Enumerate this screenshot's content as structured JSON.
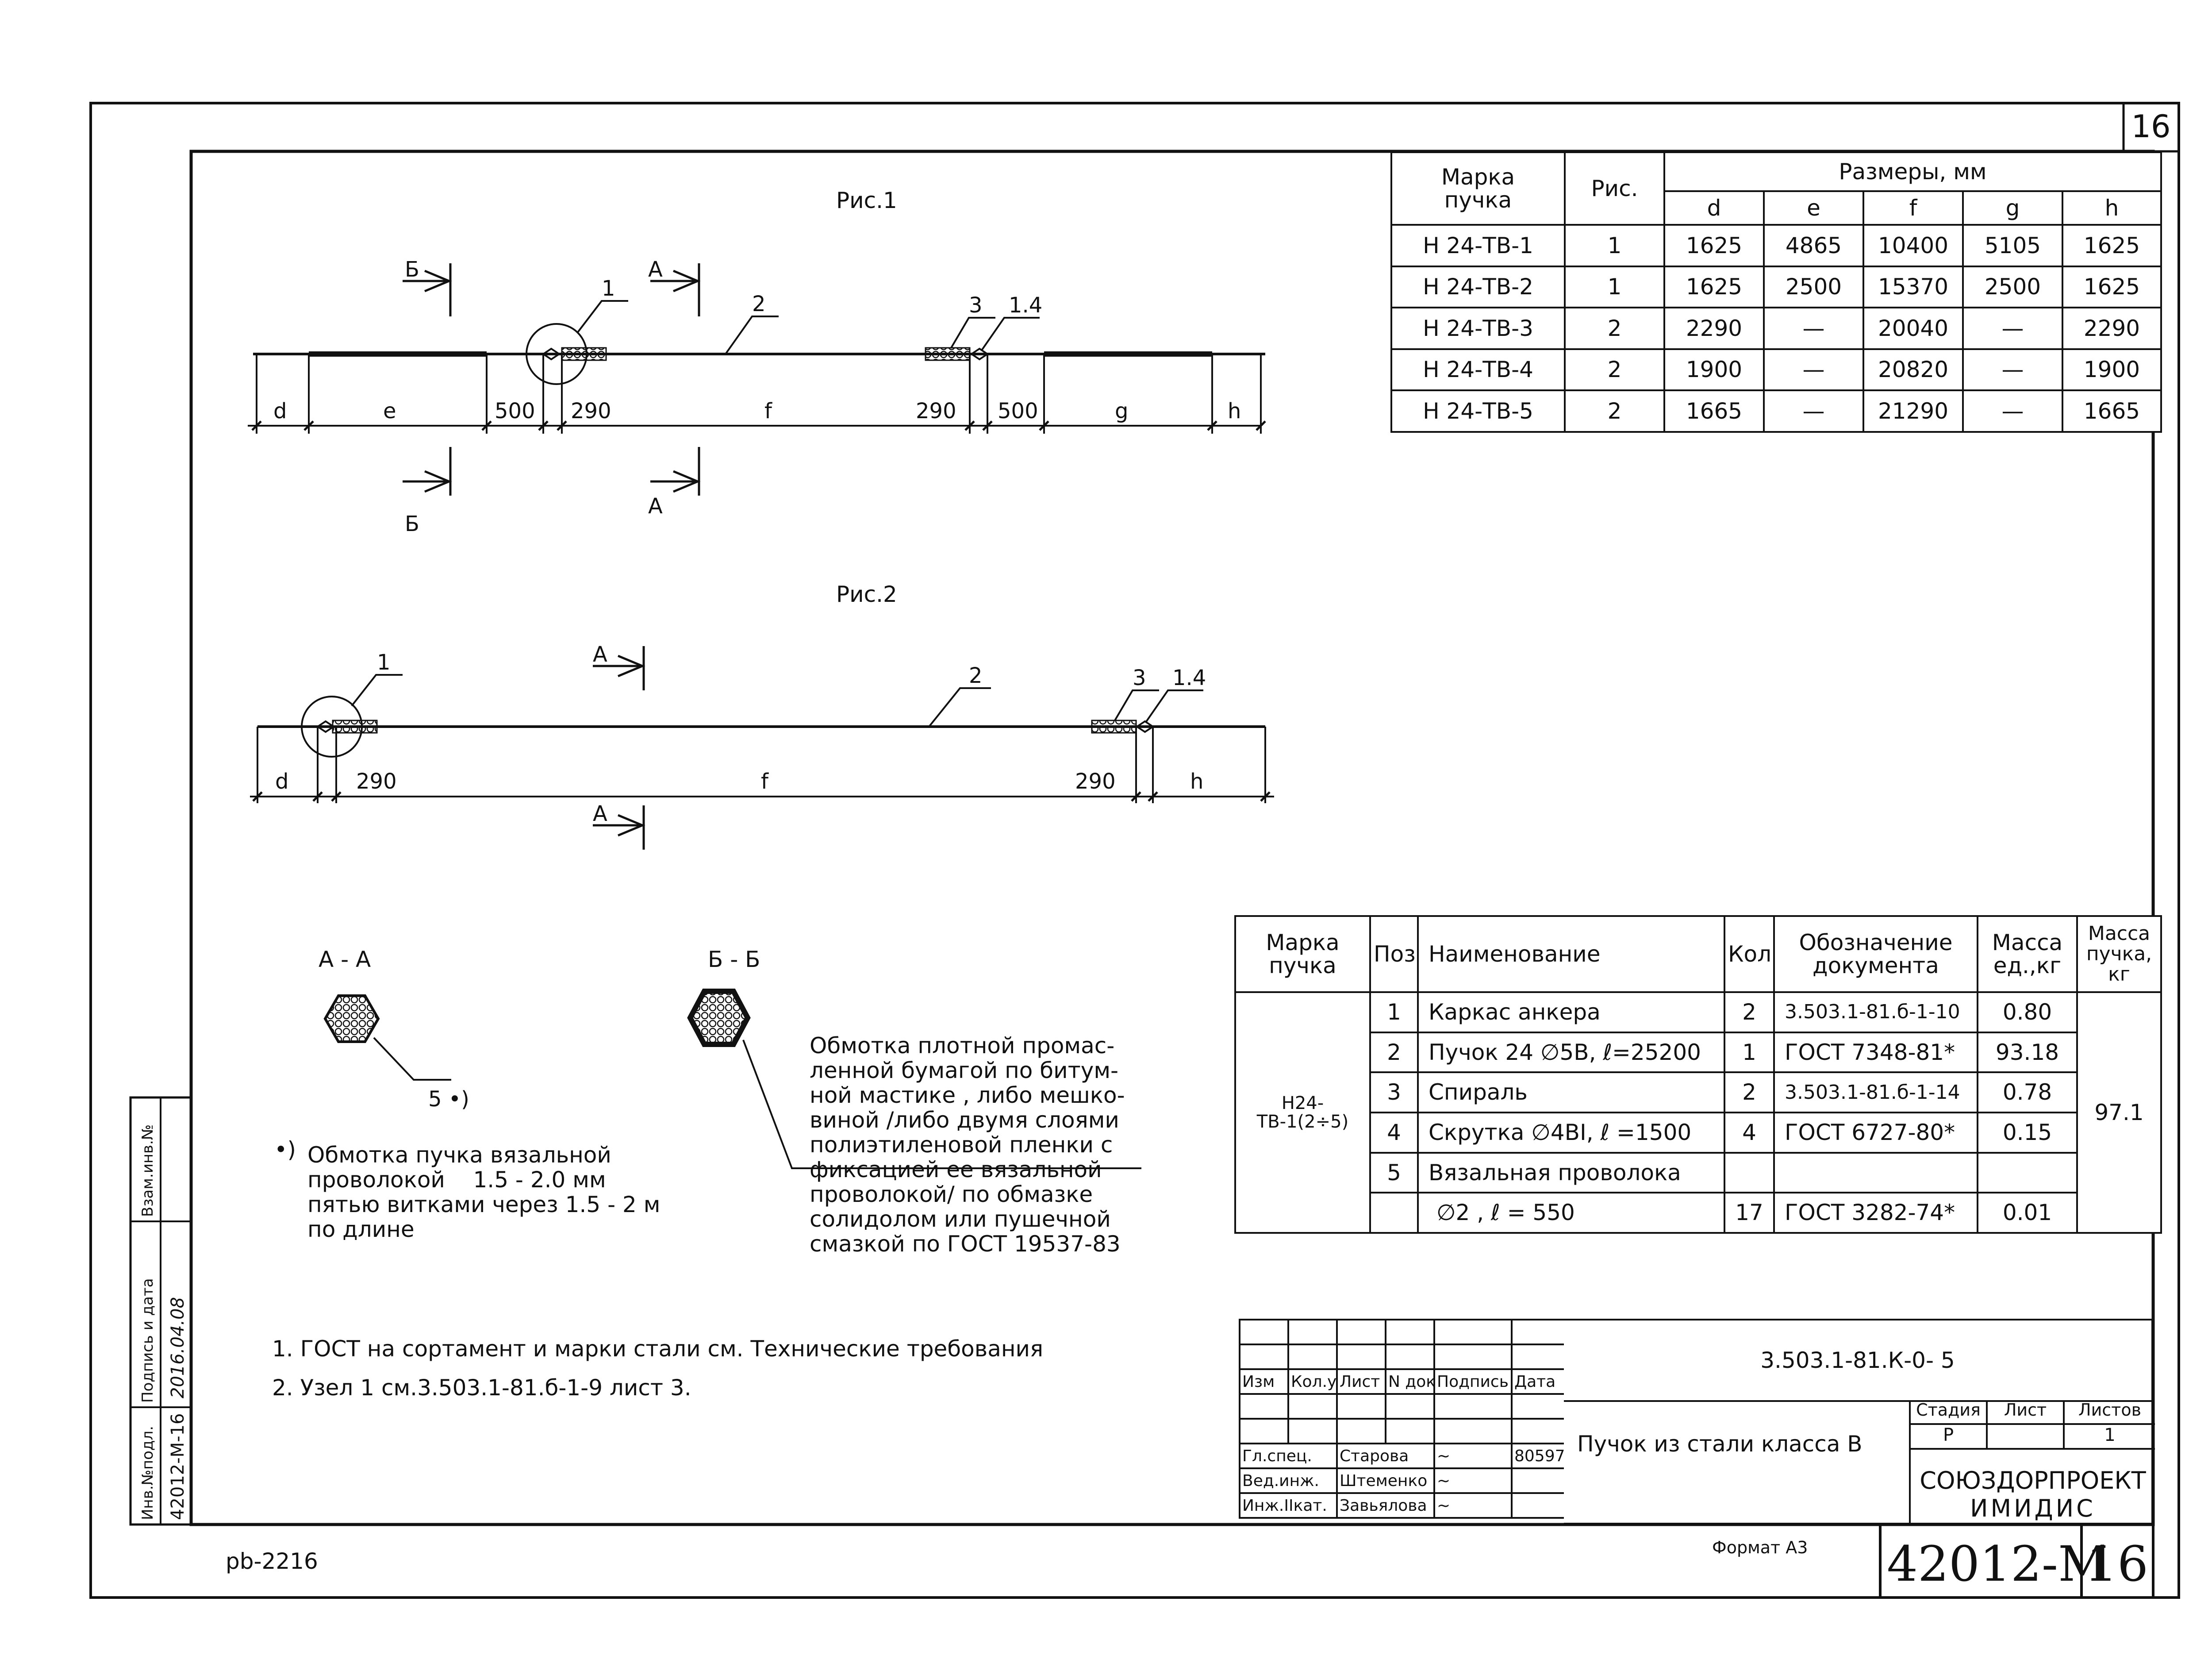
{
  "sheet": {
    "corner_number": "16",
    "side_labels": {
      "inv": "Инв.№подл.",
      "sign": "Подпись и дата",
      "vzam": "Взам.инв.№"
    },
    "inv_number": "42012-M-16",
    "sign_date": "2016.04.08",
    "bottom_code": "pb-2216",
    "format": "Формат А3",
    "big_number": "42012-М",
    "big_sheet": "16"
  },
  "fig1": {
    "caption": "Рис.1",
    "dims": {
      "d": "d",
      "e": "e",
      "a500": "500",
      "b290": "290",
      "f": "f",
      "c290": "290",
      "d500": "500",
      "g": "g",
      "h": "h"
    },
    "leaders": {
      "p1": "1",
      "p2": "2",
      "p3": "3",
      "p14": "1.4"
    },
    "sections": {
      "b_top": "Б",
      "b_bot": "Б",
      "a_top": "А",
      "a_bot": "А"
    }
  },
  "fig2": {
    "caption": "Рис.2",
    "dims": {
      "d": "d",
      "a290": "290",
      "f": "f",
      "b290": "290",
      "h": "h"
    },
    "leaders": {
      "p1": "1",
      "p2": "2",
      "p3": "3",
      "p14": "1.4"
    },
    "sections": {
      "a_top": "А",
      "a_bot": "А"
    }
  },
  "section_aa": {
    "title": "А - А",
    "leader": "5 •)"
  },
  "section_bb": {
    "title": "Б - Б"
  },
  "notes": {
    "wrap_text": "Обмотка плотной промас-\nленной бумагой по битум-\nной мастике , либо мешко-\nвиной /либо двумя слоями\nполиэтиленовой пленки с\nфиксацией ее вязальной\nпроволокой/ по обмазке\nсолидолом или пушечной\nсмазкой по ГОСТ 19537-83",
    "star_mark": "•)",
    "star_text": "Обмотка пучка вязальной\nпроволокой    1.5 - 2.0 мм\nпятью витками через 1.5 - 2 м\nпо длине",
    "gen1": "1. ГОСТ на сортамент и марки стали см. Технические требования",
    "gen2": "2. Узел 1 см.3.503.1-81.б-1-9 лист 3."
  },
  "dims_table": {
    "h_mark": "Марка\nпучка",
    "h_fig": "Рис.",
    "h_sizes": "Размеры, мм",
    "cols": [
      "d",
      "e",
      "f",
      "g",
      "h"
    ],
    "rows": [
      [
        "Н 24-ТВ-1",
        "1",
        "1625",
        "4865",
        "10400",
        "5105",
        "1625"
      ],
      [
        "Н 24-ТВ-2",
        "1",
        "1625",
        "2500",
        "15370",
        "2500",
        "1625"
      ],
      [
        "Н 24-ТВ-3",
        "2",
        "2290",
        "—",
        "20040",
        "—",
        "2290"
      ],
      [
        "Н 24-ТВ-4",
        "2",
        "1900",
        "—",
        "20820",
        "—",
        "1900"
      ],
      [
        "Н 24-ТВ-5",
        "2",
        "1665",
        "—",
        "21290",
        "—",
        "1665"
      ]
    ]
  },
  "spec_table": {
    "headers": [
      "Марка\nпучка",
      "Поз.",
      "Наименование",
      "Кол",
      "Обозначение\nдокумента",
      "Масса\nед.,кг",
      "Масса\nпучка,\nкг"
    ],
    "mark": "Н24-ТВ-1(2÷5)",
    "total_mass": "97.1",
    "rows": [
      [
        "1",
        "Каркас анкера",
        "2",
        "3.503.1-81.б-1-10",
        "0.80"
      ],
      [
        "2",
        "Пучок 24 ∅5В, ℓ=25200",
        "1",
        "ГОСТ 7348-81*",
        "93.18"
      ],
      [
        "3",
        "Спираль",
        "2",
        "3.503.1-81.б-1-14",
        "0.78"
      ],
      [
        "4",
        "Скрутка ∅4ВI, ℓ =1500",
        "4",
        "ГОСТ 6727-80*",
        "0.15"
      ],
      [
        "5",
        "Вязальная проволока",
        "",
        "",
        ""
      ],
      [
        "",
        "∅2 , ℓ = 550",
        "17",
        "ГОСТ 3282-74*",
        "0.01"
      ]
    ]
  },
  "title_block": {
    "code": "3.503.1-81.К-0- 5",
    "title": "Пучок из стали класса В",
    "heads": [
      "Изм",
      "Кол.уч",
      "Лист",
      "N док",
      "Подпись",
      "Дата"
    ],
    "people": [
      [
        "Гл.спец.",
        "Старова",
        "80597"
      ],
      [
        "Вед.инж.",
        "Штеменко",
        ""
      ],
      [
        "Инж.IIкат.",
        "Завьялова",
        ""
      ]
    ],
    "stage_h": "Стадия",
    "sheet_h": "Лист",
    "sheets_h": "Листов",
    "stage": "Р",
    "sheet": "",
    "sheets": "1",
    "org1": "СОЮЗДОРПРОЕКТ",
    "org2": "ИМИДИС"
  }
}
